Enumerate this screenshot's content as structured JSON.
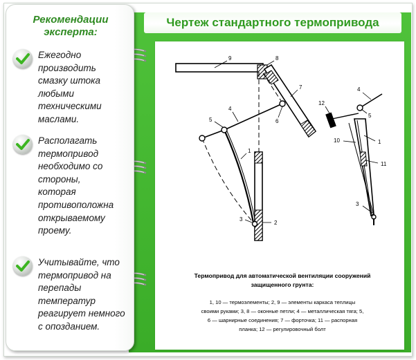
{
  "page": {
    "title": "Чертеж стандартного термопривода"
  },
  "sidebar": {
    "heading": "Рекомендации эксперта:",
    "tips": [
      {
        "icon": "check-icon",
        "lines": [
          "Ежегодно",
          "производить",
          "смазку штока",
          "любыми",
          "техническими",
          "маслами."
        ]
      },
      {
        "icon": "check-icon",
        "lines": [
          "Располагать",
          "термопривод",
          "необходимо со",
          "стороны,",
          "которая",
          "противоположна",
          "открываемому",
          "проему."
        ]
      },
      {
        "icon": "check-icon",
        "lines": [
          "Учитывайте, что",
          "термопривод на",
          "перепады",
          "температур",
          "реагирует немного",
          "с опозданием."
        ]
      }
    ]
  },
  "drawing": {
    "labels": [
      "9",
      "8",
      "7",
      "4",
      "6",
      "5",
      "1",
      "3",
      "2",
      "4",
      "12",
      "5",
      "1",
      "10",
      "11",
      "3"
    ],
    "caption_title": [
      "Термопривод для автоматической вентиляции сооружений",
      "защищенного грунта:"
    ],
    "legend": [
      "1, 10 — термоэлементы; 2, 9 — элементы каркаса теплицы",
      "своими руками; 3, 8 — оконные петли; 4 — металлическая тяга; 5,",
      "6 — шарнирные соединения; 7 — форточка; 11 — распорная",
      "планка; 12 — регулировочный болт"
    ]
  },
  "colors": {
    "accent_green": "#3aac28",
    "title_green": "#2f9a1f",
    "heading_green": "#2f8a22",
    "check_green": "#3cb521"
  }
}
